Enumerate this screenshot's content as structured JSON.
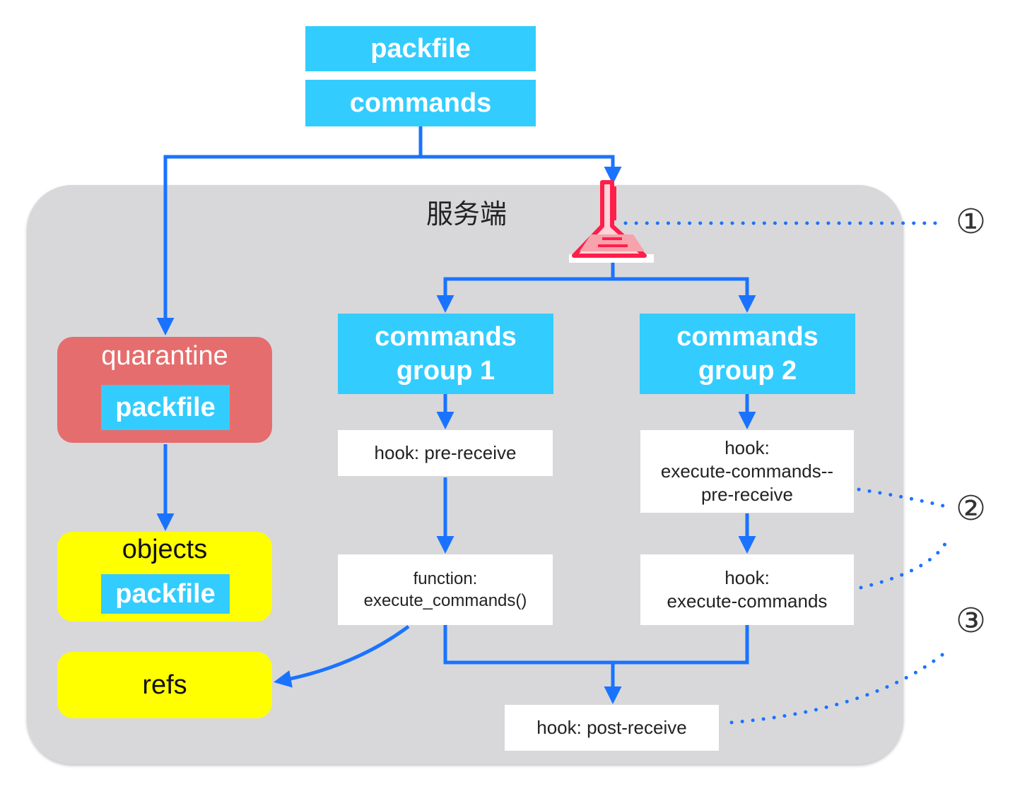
{
  "input": {
    "packfile": "packfile",
    "commands": "commands"
  },
  "server": {
    "label": "服务端"
  },
  "quarantine": {
    "title": "quarantine",
    "packfile": "packfile"
  },
  "objects": {
    "title": "objects",
    "packfile": "packfile"
  },
  "refs": {
    "title": "refs"
  },
  "group1": {
    "line1": "commands",
    "line2": "group 1",
    "hook": "hook: pre-receive",
    "function_line1": "function:",
    "function_line2": "execute_commands()"
  },
  "group2": {
    "line1": "commands",
    "line2": "group 2",
    "hook1_line1": "hook:",
    "hook1_line2": "execute-commands--",
    "hook1_line3": "pre-receive",
    "hook2_line1": "hook:",
    "hook2_line2": "execute-commands"
  },
  "post_receive": "hook: post-receive",
  "callouts": [
    "①",
    "②",
    "③"
  ],
  "icons": {
    "splitter": "flask-icon"
  },
  "colors": {
    "arrow": "#1a73ff",
    "cyan": "#33ccff",
    "quarantine": "#e66d6d",
    "objects": "#ffff00",
    "panel": "#d8d8db",
    "flask": "#ff1f4b"
  }
}
